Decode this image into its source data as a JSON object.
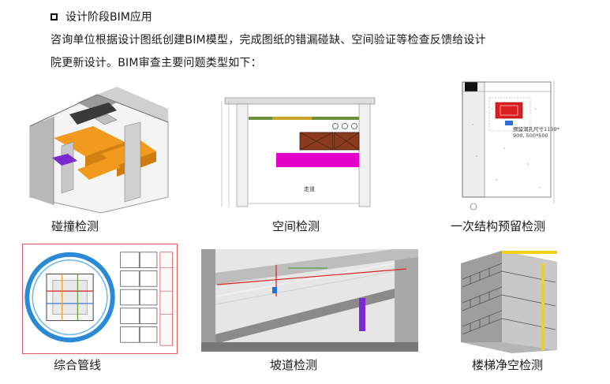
{
  "heading": {
    "icon": "square-bullet-icon",
    "text": "设计阶段BIM应用"
  },
  "paragraph": {
    "line1": "咨询单位根据设计图纸创建BIM模型，完成图纸的错漏碰缺、空间验证等检查反馈给设计",
    "line2": "院更新设计。BIM审查主要问题类型如下："
  },
  "figures": {
    "clash": {
      "caption": "碰撞检测"
    },
    "space": {
      "caption": "空间检测",
      "corridor_label": "走道"
    },
    "opening": {
      "caption": "一次结构预留检测",
      "note_line1": "预留洞孔尺寸1100*",
      "note_line2": "900, 500*500"
    },
    "pipeline": {
      "caption": "综合管线"
    },
    "ramp": {
      "caption": "坡道检测"
    },
    "stair": {
      "caption": "楼梯净空检测"
    }
  },
  "colors": {
    "orange": "#f29a1d",
    "magenta": "#e400c8",
    "brown": "#8b3a1e",
    "red": "#d82020",
    "blue": "#2a6fd6",
    "purple": "#7a2bd0",
    "yellow": "#f1d21a"
  }
}
